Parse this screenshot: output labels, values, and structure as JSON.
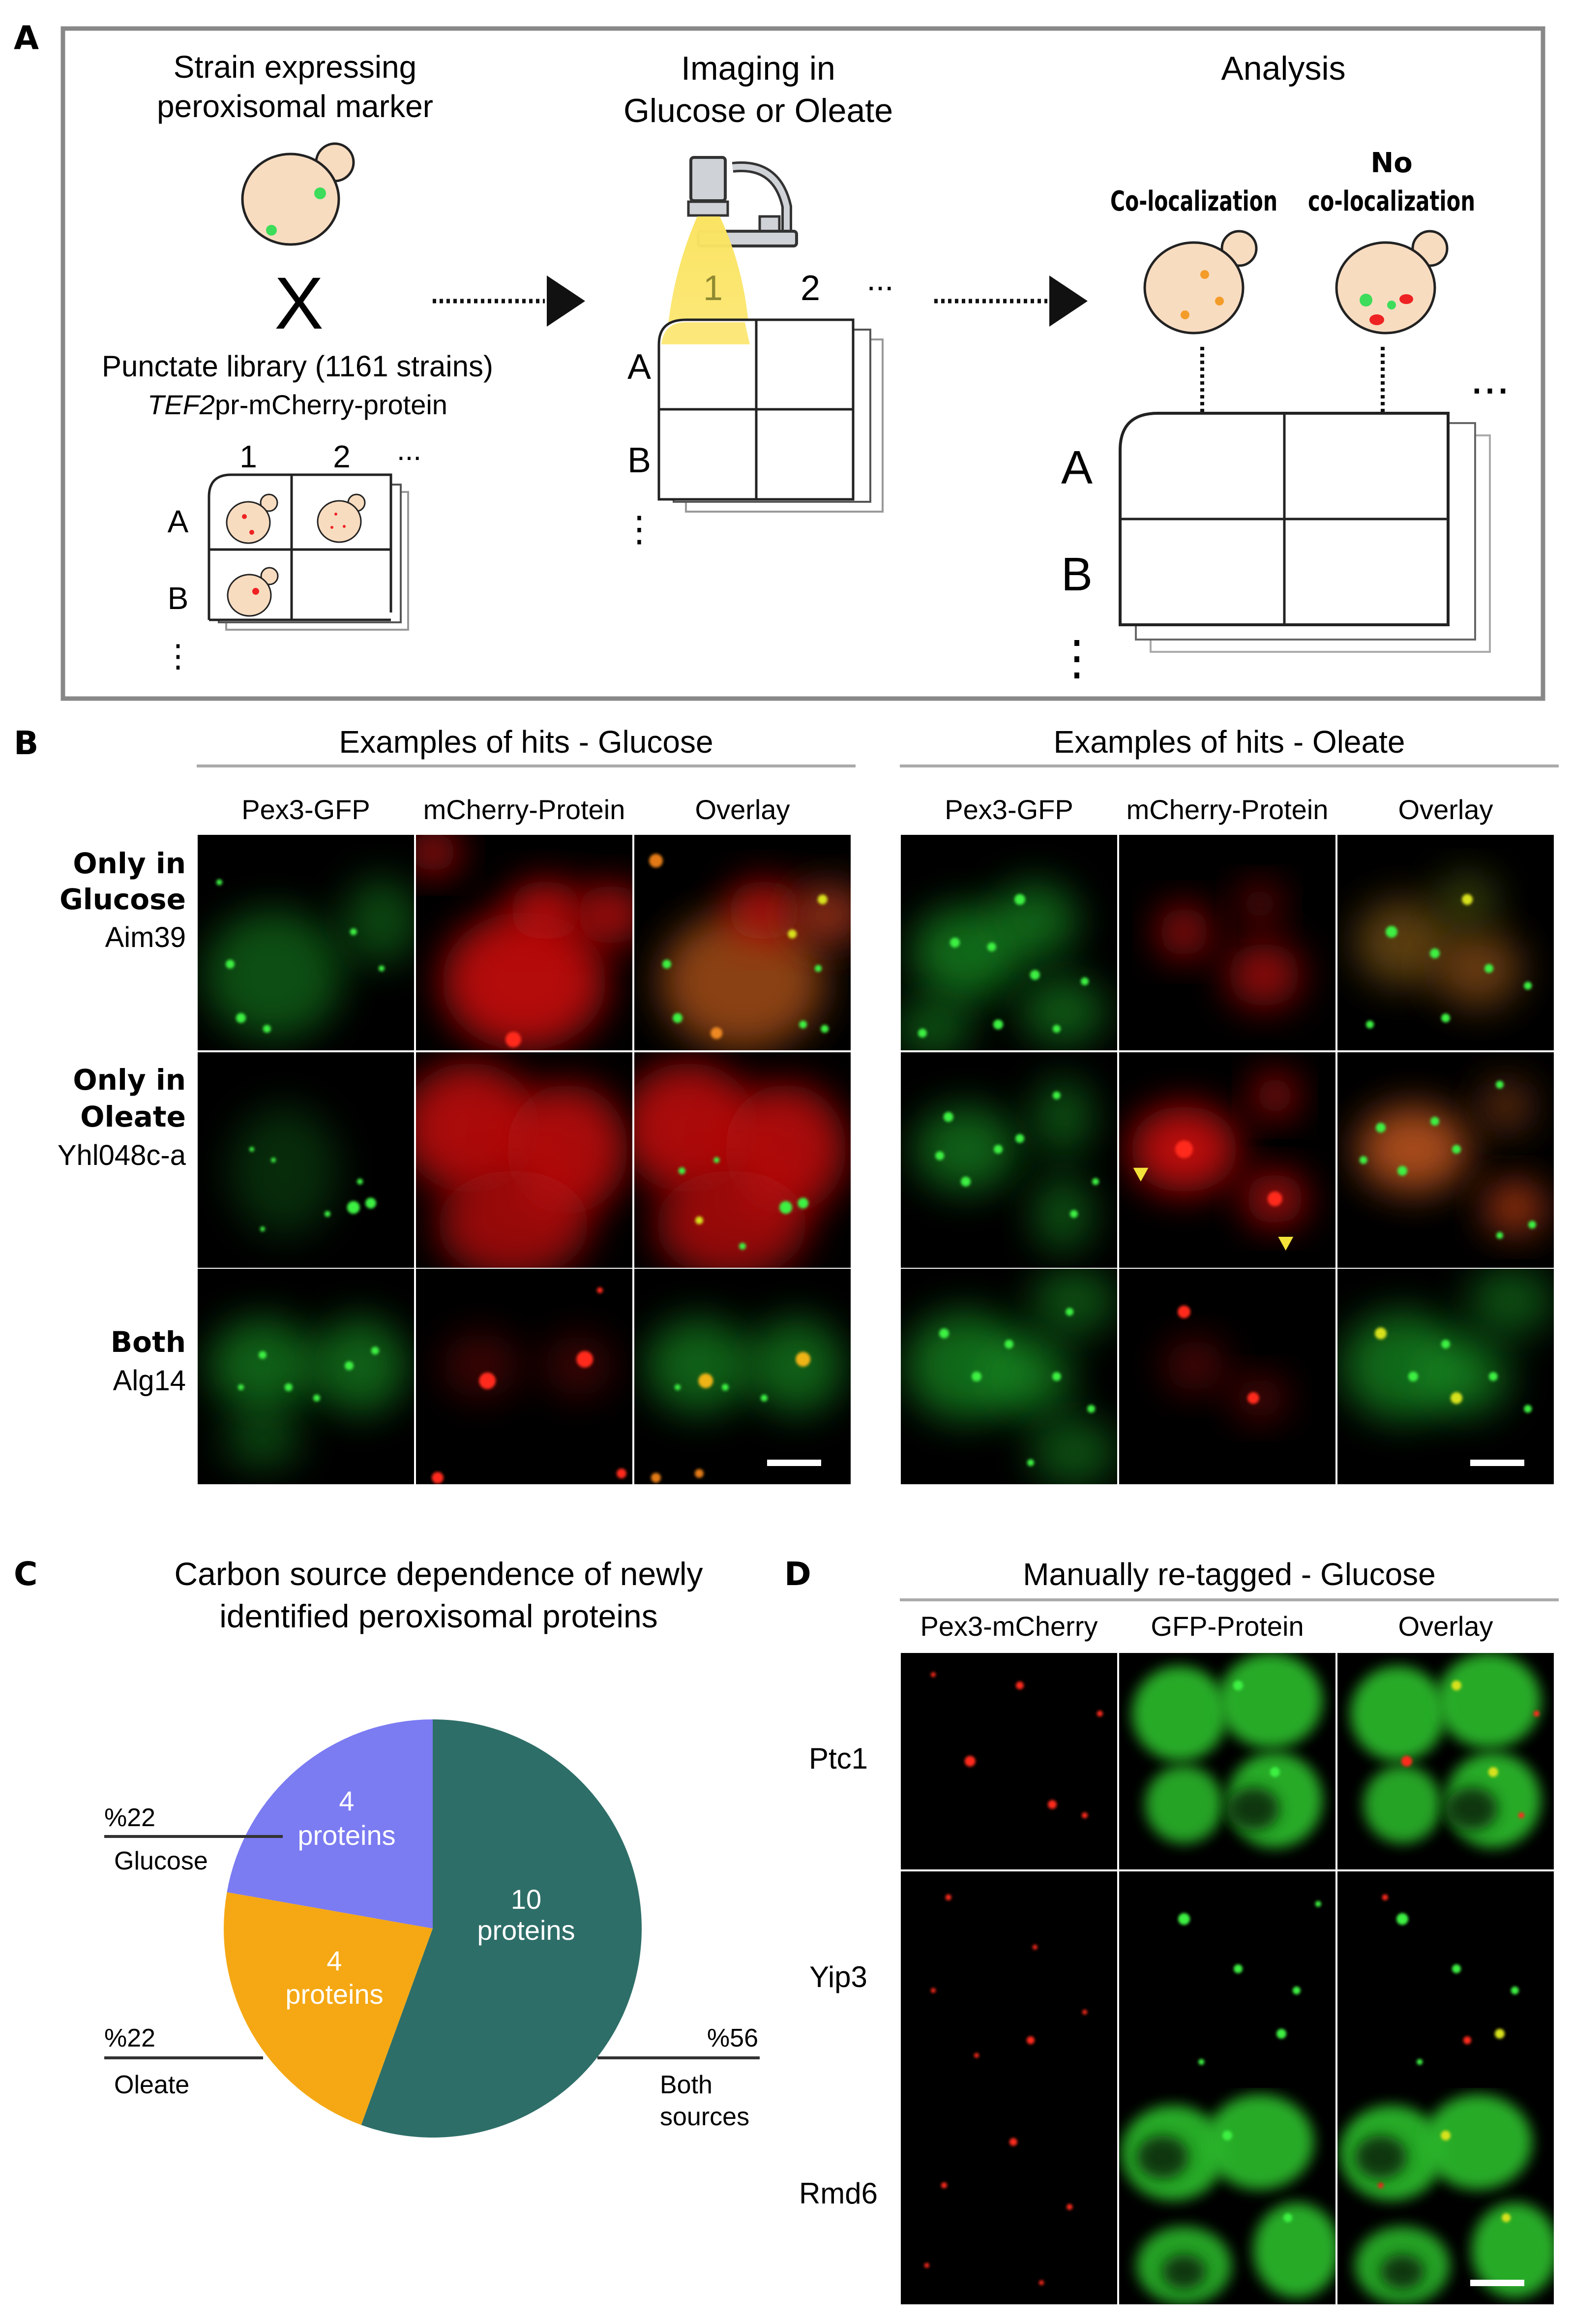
{
  "panels": {
    "A": "A",
    "B": "B",
    "C": "C",
    "D": "D"
  },
  "panel_a": {
    "strain_title": [
      "Strain expressing",
      "peroxisomal marker"
    ],
    "cross_symbol": "X",
    "library_title": "Punctate library (1161 strains)",
    "library_sub_italic": "TEF2",
    "library_sub_rest": "pr-mCherry-protein",
    "imaging_title": [
      "Imaging in",
      "Glucose or Oleate"
    ],
    "analysis_title": "Analysis",
    "coloc": "Co-localization",
    "nocoloc": [
      "No",
      "co-localization"
    ],
    "col1": "1",
    "col2": "2",
    "ellipsis": "...",
    "rowA": "A",
    "rowB": "B",
    "vdots": "⋮"
  },
  "panel_b": {
    "left_title": "Examples of hits - Glucose",
    "right_title": "Examples of hits - Oleate",
    "columns": [
      "Pex3-GFP",
      "mCherry-Protein",
      "Overlay"
    ],
    "rows": [
      {
        "line1": "Only in",
        "line2": "Glucose",
        "protein": "Aim39"
      },
      {
        "line1": "Only in",
        "line2": "Oleate",
        "protein": "Yhl048c-a"
      },
      {
        "line1": "",
        "line2": "Both",
        "protein": "Alg14"
      }
    ]
  },
  "panel_c": {
    "title": [
      "Carbon source dependence of newly",
      "identified peroxisomal proteins"
    ],
    "slices": [
      {
        "label": "Glucose",
        "percent": "%22",
        "count": "4",
        "unit": "proteins",
        "color": "#7b7bf2"
      },
      {
        "label": "Oleate",
        "percent": "%22",
        "count": "4",
        "unit": "proteins",
        "color": "#f5a814"
      },
      {
        "label": "Both",
        "label2": "sources",
        "percent": "%56",
        "count": "10",
        "unit": "proteins",
        "color": "#2e6e68"
      }
    ]
  },
  "chart_data": {
    "type": "pie",
    "title": "Carbon source dependence of newly identified peroxisomal proteins",
    "categories": [
      "Glucose",
      "Oleate",
      "Both sources"
    ],
    "values": [
      4,
      4,
      10
    ],
    "percent": [
      22,
      22,
      56
    ],
    "colors": [
      "#7b7bf2",
      "#f5a814",
      "#2e6e68"
    ]
  },
  "panel_d": {
    "title": "Manually re-tagged - Glucose",
    "columns": [
      "Pex3-mCherry",
      "GFP-Protein",
      "Overlay"
    ],
    "rows": [
      "Ptc1",
      "Yip3",
      "Rmd6"
    ]
  }
}
